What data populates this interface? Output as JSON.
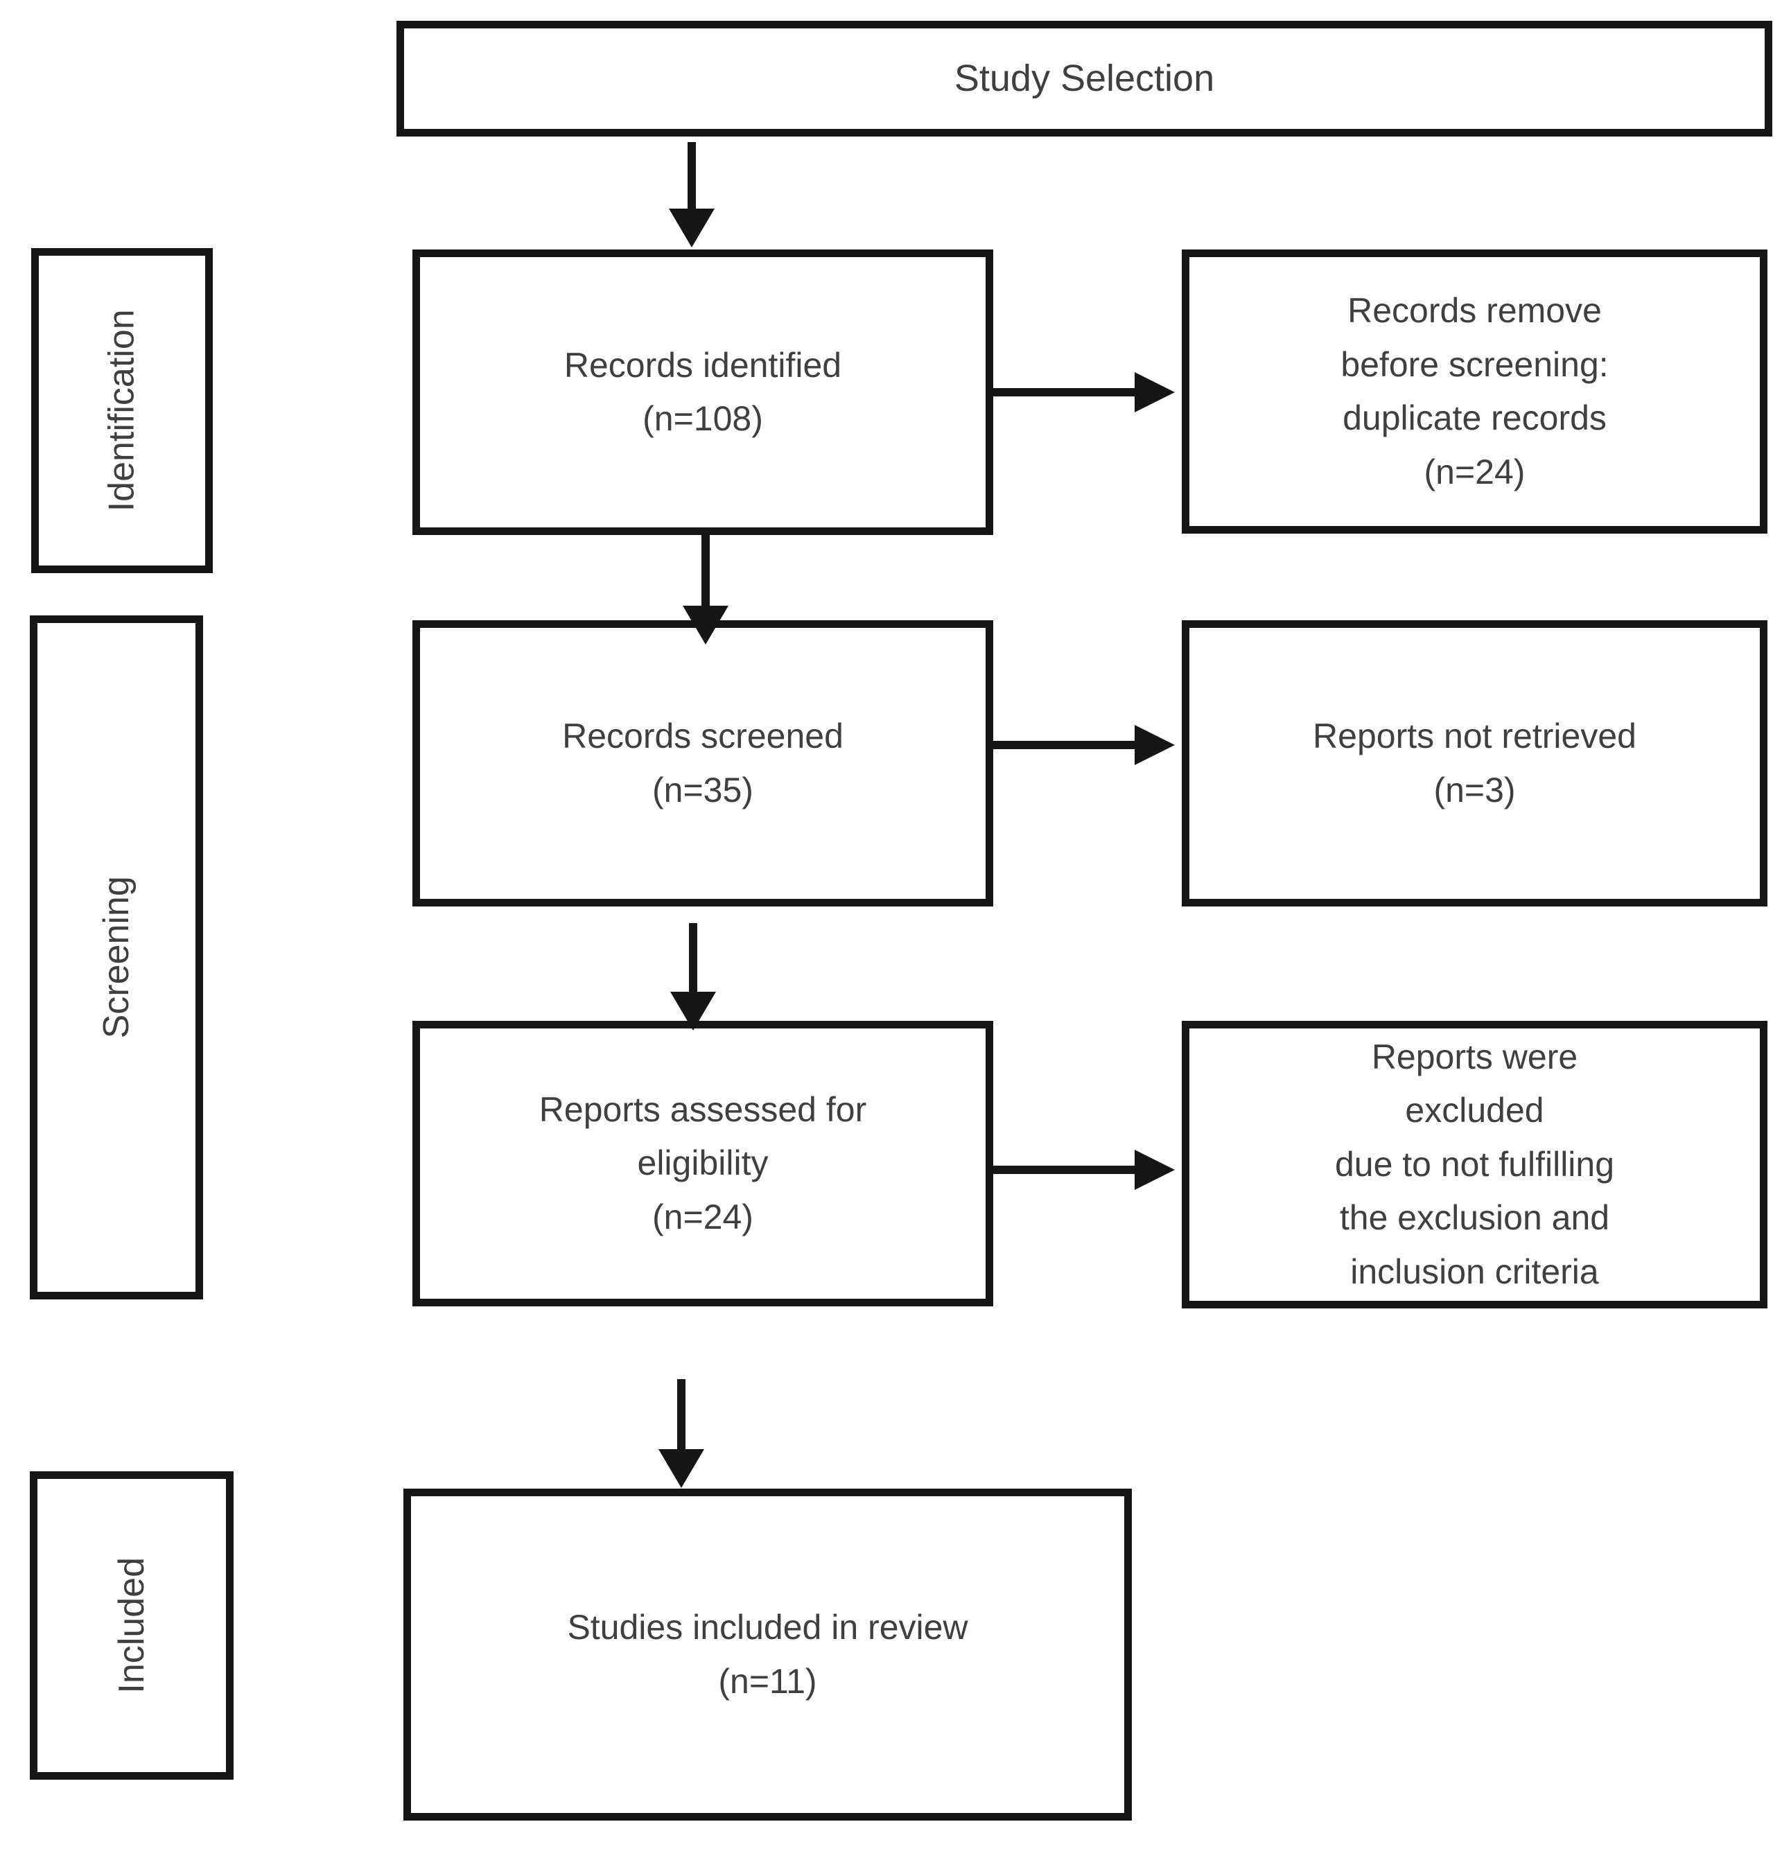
{
  "diagram": {
    "type": "prisma-flowchart",
    "title": "Study Selection",
    "sidebar": [
      {
        "label": "Identification"
      },
      {
        "label": "Screening"
      },
      {
        "label": "Included"
      }
    ],
    "boxes": {
      "study_selection": "Study Selection",
      "records_identified": "Records identified\n(n=108)",
      "records_removed": "Records remove\nbefore screening:\nduplicate records\n(n=24)",
      "records_screened": "Records screened\n(n=35)",
      "reports_not_retrieved": "Reports not retrieved\n(n=3)",
      "reports_assessed": "Reports assessed for\neligibility\n(n=24)",
      "reports_excluded": "Reports were\nexcluded\ndue to not fulfilling\nthe exclusion and\ninclusion criteria",
      "studies_included": "Studies included in review\n(n=11)"
    },
    "counts": {
      "records_identified": 108,
      "records_removed_duplicates": 24,
      "records_screened": 35,
      "reports_not_retrieved": 3,
      "reports_assessed": 24,
      "studies_included": 11
    },
    "colors": {
      "border": "#161616",
      "text": "#3f3f3f",
      "background": "#ffffff"
    }
  }
}
